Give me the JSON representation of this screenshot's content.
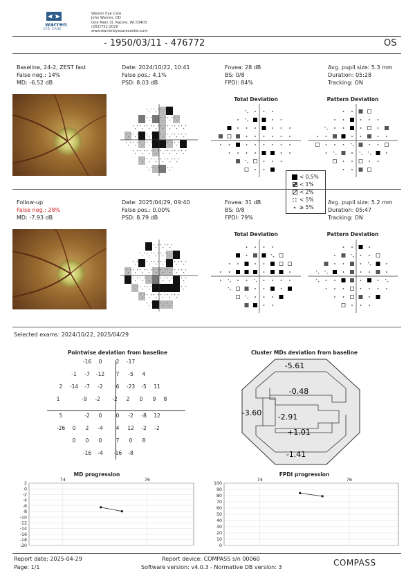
{
  "clinic": {
    "logo_text": "warren",
    "logo_sub": "EYE CARE",
    "lines": [
      "Warren Eye Care",
      "John Warren, OD",
      "One Main St, Racine, WI,53403",
      "(262)752-2020",
      "www.warreneyecarecenter.com"
    ]
  },
  "patient": {
    "header": "- 1950/03/11 - 476772",
    "eye": "OS"
  },
  "baseline": {
    "label": "Baseline, 24-2, ZEST fast",
    "false_neg": "False neg.: 14%",
    "md": "MD: -6.52 dB",
    "date": "Date: 2024/10/22, 10:41",
    "false_pos": "False pos.: 4.1%",
    "psd": "PSD: 8.03 dB",
    "fovea": "Fovea: 28 dB",
    "bs": "BS: 0/8",
    "fpdi": "FPDI: 84%",
    "pupil": "Avg. pupil size: 5.3 mm",
    "duration": "Duration: 05:28",
    "tracking": "Tracking: ON",
    "td_title": "Total Deviation",
    "pd_title": "Pattern Deviation"
  },
  "followup": {
    "label": "Follow-up",
    "false_neg": "False neg.: 28%",
    "md": "MD: -7.93 dB",
    "date": "Date: 2025/04/29, 09:40",
    "false_pos": "False pos.: 0.00%",
    "psd": "PSD: 8.79 dB",
    "fovea": "Fovea: 31 dB",
    "bs": "BS: 0/8",
    "fpdi": "FPDI: 79%",
    "pupil": "Avg. pupil size: 5.2 mm",
    "duration": "Duration: 05:47",
    "tracking": "Tracking: ON",
    "td_title": "Total Deviation",
    "pd_title": "Pattern Deviation"
  },
  "legend": [
    "< 0.5%",
    "< 1%",
    "< 2%",
    "< 5%",
    "≥ 5%"
  ],
  "selected_exams": "Selected exams:  2024/10/22, 2025/04/29",
  "pointwise": {
    "title": "Pointwise deviation from baseline",
    "rows": [
      [
        "",
        "",
        "-16",
        "0",
        "2",
        "-17",
        "",
        ""
      ],
      [
        "",
        "-1",
        "-7",
        "-12",
        "7",
        "-5",
        "4",
        ""
      ],
      [
        "2",
        "-14",
        "-7",
        "-2",
        "6",
        "-23",
        "-5",
        "11"
      ],
      [
        "1",
        "",
        "-9",
        "-2",
        "-2",
        "2",
        "0",
        "9",
        "8"
      ],
      [
        "5",
        "",
        "-2",
        "0",
        "0",
        "-2",
        "-8",
        "12"
      ],
      [
        "-26",
        "0",
        "2",
        "-4",
        "4",
        "12",
        "-2",
        "-2"
      ],
      [
        "",
        "0",
        "0",
        "0",
        "7",
        "0",
        "8",
        ""
      ],
      [
        "",
        "",
        "-16",
        "-4",
        "-16",
        "-8",
        "",
        ""
      ]
    ]
  },
  "cluster": {
    "title": "Cluster MDs deviation from baseline",
    "values": {
      "top": "-5.61",
      "upper": "-0.48",
      "left": "-3.60",
      "center": "-2.91",
      "lower": "+1.01",
      "bottom": "-1.41"
    }
  },
  "md_prog": {
    "title": "MD progression",
    "x_ticks": [
      "74",
      "76"
    ],
    "y_ticks": [
      "2",
      "0",
      "-2",
      "-4",
      "-6",
      "-8",
      "-10",
      "-12",
      "-14",
      "-16",
      "-18",
      "-20"
    ],
    "points": [
      {
        "x": 74.9,
        "y": -6.52
      },
      {
        "x": 75.4,
        "y": -7.93
      }
    ],
    "xlim": [
      73.2,
      77.1
    ],
    "ylim": [
      -20,
      2
    ]
  },
  "fpdi_prog": {
    "title": "FPDI progression",
    "x_ticks": [
      "74",
      "76"
    ],
    "y_ticks": [
      "100",
      "90",
      "80",
      "70",
      "60",
      "50",
      "40",
      "30",
      "20",
      "10",
      "0"
    ],
    "points": [
      {
        "x": 74.9,
        "y": 84
      },
      {
        "x": 75.4,
        "y": 79
      }
    ],
    "xlim": [
      73.2,
      77.1
    ],
    "ylim": [
      0,
      100
    ]
  },
  "footer": {
    "report_date": "Report date: 2025-04-29",
    "page": "Page: 1/1",
    "device": "Report device: COMPASS s/n 00060",
    "software": "Software version: v4.0.3 - Normative DB version: 3",
    "brand": "COMPASS"
  }
}
